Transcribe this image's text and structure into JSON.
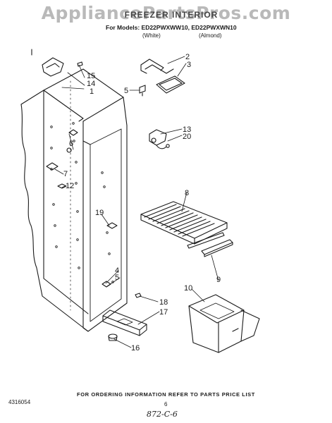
{
  "watermark": "AppliancePartsPros.com",
  "header": {
    "title": "FREEZER INTERIOR",
    "models_line": "For Models: ED22PWXWW10, ED22PWXWN10",
    "variant_white": "(White)",
    "variant_almond": "(Almond)"
  },
  "callouts": [
    "1",
    "2",
    "3",
    "4",
    "5",
    "5",
    "6",
    "7",
    "8",
    "9",
    "10",
    "12",
    "13",
    "14",
    "15",
    "16",
    "17",
    "18",
    "19",
    "20"
  ],
  "footer": {
    "ordering_note": "FOR ORDERING INFORMATION REFER TO PARTS PRICE LIST",
    "part_number": "4316054",
    "page_number": "6",
    "handwritten_code": "872-C-6"
  }
}
